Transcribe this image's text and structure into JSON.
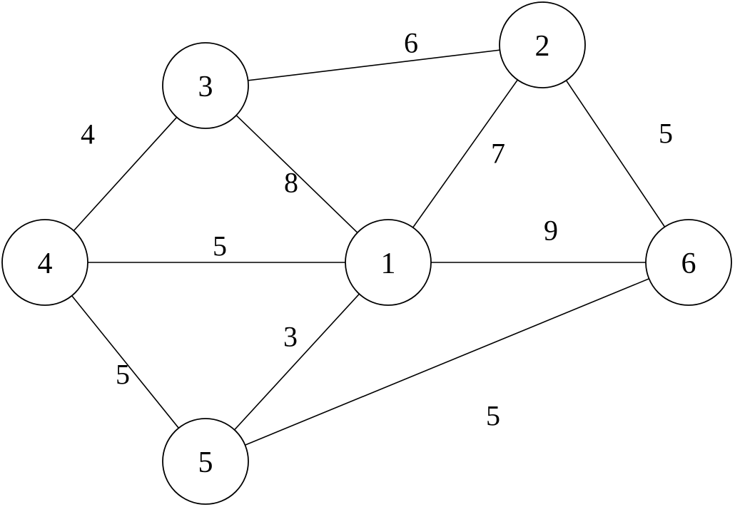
{
  "graph": {
    "nodes": [
      {
        "id": "1",
        "label": "1"
      },
      {
        "id": "2",
        "label": "2"
      },
      {
        "id": "3",
        "label": "3"
      },
      {
        "id": "4",
        "label": "4"
      },
      {
        "id": "5",
        "label": "5"
      },
      {
        "id": "6",
        "label": "6"
      }
    ],
    "edges": [
      {
        "from": "3",
        "to": "2",
        "weight": "6"
      },
      {
        "from": "2",
        "to": "1",
        "weight": "7"
      },
      {
        "from": "2",
        "to": "6",
        "weight": "5"
      },
      {
        "from": "4",
        "to": "3",
        "weight": "4"
      },
      {
        "from": "3",
        "to": "1",
        "weight": "8"
      },
      {
        "from": "4",
        "to": "1",
        "weight": "5"
      },
      {
        "from": "1",
        "to": "6",
        "weight": "9"
      },
      {
        "from": "4",
        "to": "5",
        "weight": "5"
      },
      {
        "from": "1",
        "to": "5",
        "weight": "3"
      },
      {
        "from": "5",
        "to": "6",
        "weight": "5"
      }
    ]
  }
}
